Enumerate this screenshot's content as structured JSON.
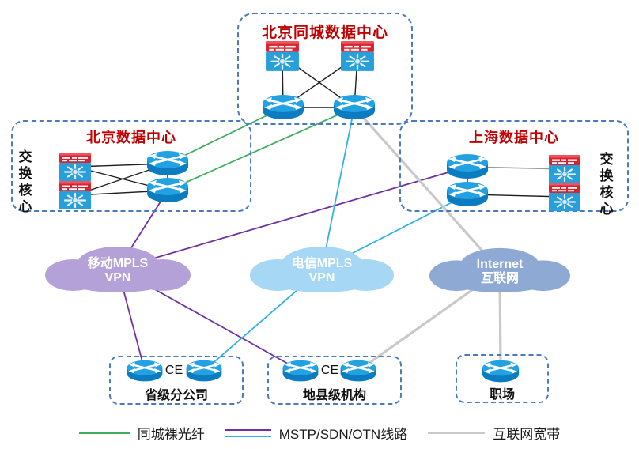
{
  "sites": {
    "metro": {
      "title": "北京同城数据中心"
    },
    "beijing": {
      "title": "北京数据中心",
      "side_label": "交换核心"
    },
    "shanghai": {
      "title": "上海数据中心",
      "side_label": "交换核心"
    }
  },
  "clouds": [
    {
      "name": "mobile-mpls-vpn",
      "line1": "移动MPLS",
      "line2": "VPN"
    },
    {
      "name": "telecom-mpls-vpn",
      "line1": "电信MPLS",
      "line2": "VPN"
    },
    {
      "name": "internet",
      "line1": "Internet",
      "line2": "互联网"
    }
  ],
  "branches": [
    {
      "label": "省级分公司",
      "ce": "CE"
    },
    {
      "label": "地县级机构",
      "ce": "CE"
    },
    {
      "label": "职场"
    }
  ],
  "legend": [
    {
      "label": "同城裸光纤",
      "kind": "green"
    },
    {
      "label": "MSTP/SDN/OTN线路",
      "kind": "double"
    },
    {
      "label": "互联网宽带",
      "kind": "gray"
    }
  ],
  "colors": {
    "red_title": "#c00000",
    "box_border": "#4a7abf",
    "black": "#1f1f1f",
    "graythin": "#9a9a9a",
    "green": "#3fae5c",
    "purple": "#7030a0",
    "cyan": "#2fb0e8",
    "gray": "#c9c9c9",
    "cloud_mobile": "#b4a1d7",
    "cloud_telecom": "#a6d7f4",
    "cloud_internet": "#8fa9d5"
  },
  "edges": [
    {
      "from": "tb-sw1",
      "to": "tb-r1",
      "kind": "black"
    },
    {
      "from": "tb-sw1",
      "to": "tb-r2",
      "kind": "black"
    },
    {
      "from": "tb-sw2",
      "to": "tb-r1",
      "kind": "black"
    },
    {
      "from": "tb-sw2",
      "to": "tb-r2",
      "kind": "black"
    },
    {
      "from": "tb-r1",
      "to": "tb-r2",
      "kind": "black"
    },
    {
      "from": "bj-sw1",
      "to": "bj-r1",
      "kind": "black"
    },
    {
      "from": "bj-sw1",
      "to": "bj-r2",
      "kind": "black"
    },
    {
      "from": "bj-sw2",
      "to": "bj-r1",
      "kind": "black"
    },
    {
      "from": "bj-sw2",
      "to": "bj-r2",
      "kind": "black"
    },
    {
      "from": "bj-r1",
      "to": "bj-r2",
      "kind": "black"
    },
    {
      "from": "sh-r1",
      "to": "sh-r2",
      "kind": "black"
    },
    {
      "from": "sh-r2",
      "to": "sh-sw2",
      "kind": "black"
    },
    {
      "from": "sh-r1",
      "to": "sh-sw1",
      "kind": "graythin"
    },
    {
      "from": "tb-r1",
      "to": "bj-r1",
      "kind": "green"
    },
    {
      "from": "tb-r2",
      "to": "bj-r2",
      "kind": "green"
    },
    {
      "from": "bj-r2",
      "to": "cloud-m",
      "kind": "purple"
    },
    {
      "from": "cloud-m",
      "to": "sh-r1",
      "kind": "purple"
    },
    {
      "from": "cloud-m",
      "to": "pr-r1",
      "kind": "purple"
    },
    {
      "from": "cloud-m",
      "to": "ct-r1",
      "kind": "purple"
    },
    {
      "from": "tb-r2",
      "to": "cloud-t",
      "kind": "cyan"
    },
    {
      "from": "cloud-t",
      "to": "sh-r2",
      "kind": "cyan"
    },
    {
      "from": "cloud-t",
      "to": "pr-r2",
      "kind": "cyan"
    },
    {
      "from": "tb-r2",
      "to": "cloud-i",
      "kind": "gray"
    },
    {
      "from": "cloud-i",
      "to": "ct-r2",
      "kind": "gray"
    },
    {
      "from": "cloud-i",
      "to": "of-r1",
      "kind": "gray"
    }
  ]
}
